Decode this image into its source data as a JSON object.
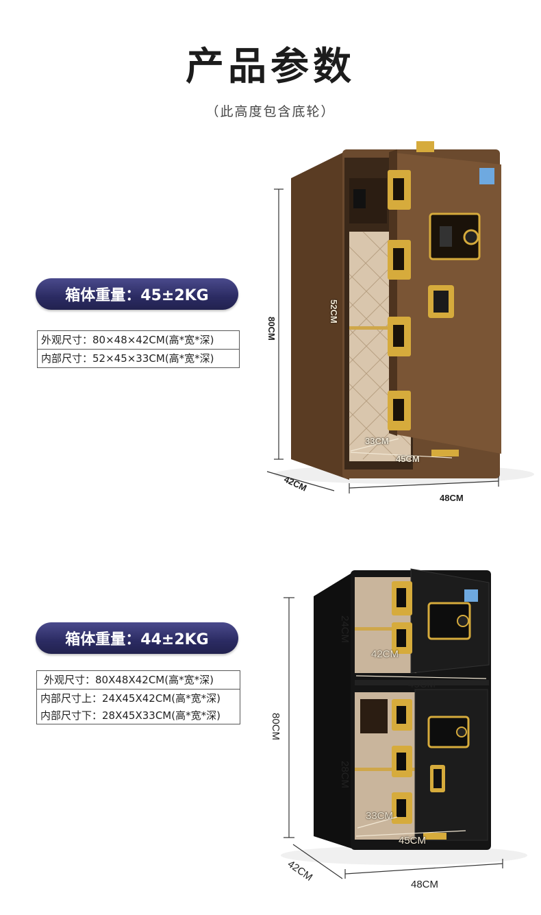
{
  "header": {
    "title": "产品参数",
    "subtitle": "（此高度包含底轮）"
  },
  "product1": {
    "weight_label": "箱体重量：45±2KG",
    "specs": [
      "外观尺寸：80×48×42CM(高*宽*深)",
      "内部尺寸：52×45×33CM(高*宽*深)"
    ],
    "dims": {
      "height": "80CM",
      "inner_height": "52CM",
      "inner_depth": "33CM",
      "inner_width": "45CM",
      "depth": "42CM",
      "width": "48CM"
    },
    "colors": {
      "body": "#6b4a2e",
      "door": "#7a5535",
      "lining": "#d9c6ad",
      "gold": "#d6ab3c"
    }
  },
  "product2": {
    "weight_label": "箱体重量：44±2KG",
    "specs": [
      "外观尺寸：80X48X42CM(高*宽*深)",
      "内部尺寸上：24X45X42CM(高*宽*深)",
      "内部尺寸下：28X45X33CM(高*宽*深)"
    ],
    "dims": {
      "height": "80CM",
      "upper_height": "24CM",
      "upper_depth": "42CM",
      "upper_width": "45CM",
      "lower_height": "28CM",
      "lower_depth": "33CM",
      "lower_width": "45CM",
      "depth": "42CM",
      "width": "48CM"
    },
    "colors": {
      "body": "#151515",
      "door": "#1c1c1c",
      "lining": "#c9b59c",
      "gold": "#d6ab3c"
    }
  }
}
